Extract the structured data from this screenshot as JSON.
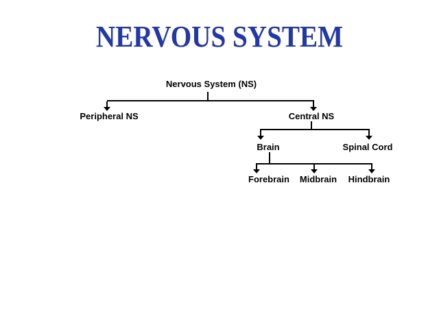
{
  "slide": {
    "title": "NERVOUS SYSTEM",
    "title_color": "#2137ad",
    "background_color": "#ffffff"
  },
  "diagram": {
    "type": "hierarchy-tree",
    "line_color": "#000000",
    "root": {
      "label": "Nervous System (NS)"
    },
    "level1": [
      {
        "label": "Peripheral NS",
        "parent": "Nervous System (NS)"
      },
      {
        "label": "Central NS",
        "parent": "Nervous System (NS)"
      }
    ],
    "level2": [
      {
        "label": "Brain",
        "parent": "Central NS"
      },
      {
        "label": "Spinal Cord",
        "parent": "Central NS"
      }
    ],
    "level3": [
      {
        "label": "Forebrain",
        "parent": "Brain"
      },
      {
        "label": "Midbrain",
        "parent": "Brain"
      },
      {
        "label": "Hindbrain",
        "parent": "Brain"
      }
    ]
  }
}
